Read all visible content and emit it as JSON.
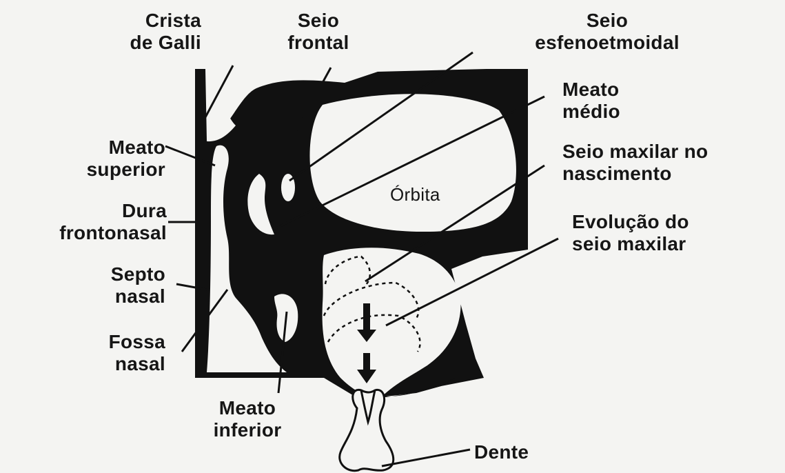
{
  "diagram": {
    "colors": {
      "ink": "#111111",
      "paper": "#f4f4f2",
      "background": "#f4f4f2"
    },
    "labels": {
      "crista": [
        "Crista",
        "de Galli"
      ],
      "seio_frontal": [
        "Seio",
        "frontal"
      ],
      "seio_esfeno": [
        "Seio",
        "esfenoetmoidal"
      ],
      "meato_medio": [
        "Meato",
        "médio"
      ],
      "seio_maxilar_nasc": [
        "Seio maxilar no",
        "nascimento"
      ],
      "evolucao": [
        "Evolução do",
        "seio maxilar"
      ],
      "meato_superior": [
        "Meato",
        "superior"
      ],
      "dura": [
        "Dura",
        "frontonasal"
      ],
      "septo": [
        "Septo",
        "nasal"
      ],
      "fossa": [
        "Fossa",
        "nasal"
      ],
      "meato_inferior": [
        "Meato",
        "inferior"
      ],
      "orbita": "Órbita",
      "dente": "Dente"
    }
  }
}
